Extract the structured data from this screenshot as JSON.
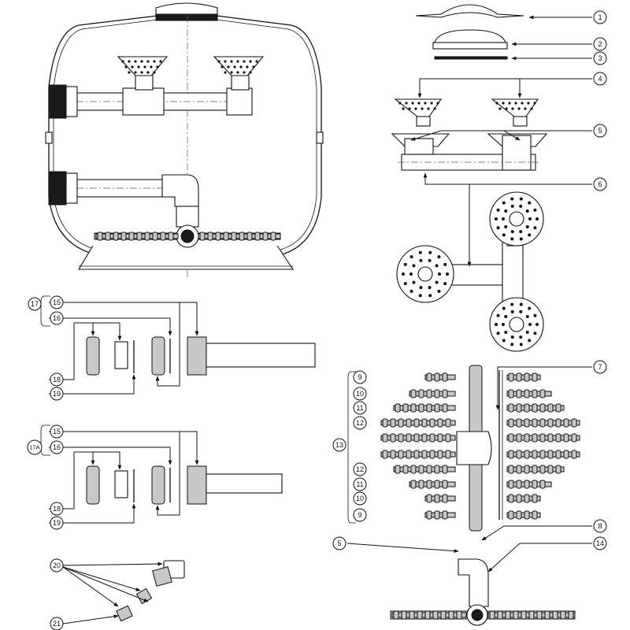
{
  "callouts": {
    "c1": "1",
    "c2": "2",
    "c3": "3",
    "c4": "4",
    "c5": "5",
    "c6": "6",
    "c7": "7",
    "c8": "8",
    "c9a": "9",
    "c9b": "9",
    "c10a": "10",
    "c10b": "10",
    "c11a": "11",
    "c11b": "11",
    "c12a": "12",
    "c12b": "12",
    "c13": "13",
    "c14": "14",
    "c5b": "5",
    "c15a": "15",
    "c16a": "16",
    "c17": "17",
    "c18a": "18",
    "c19a": "19",
    "c15b": "15",
    "c16b": "16",
    "c17a": "17A",
    "c18b": "18",
    "c19b": "19",
    "c20": "20",
    "c21": "21"
  }
}
